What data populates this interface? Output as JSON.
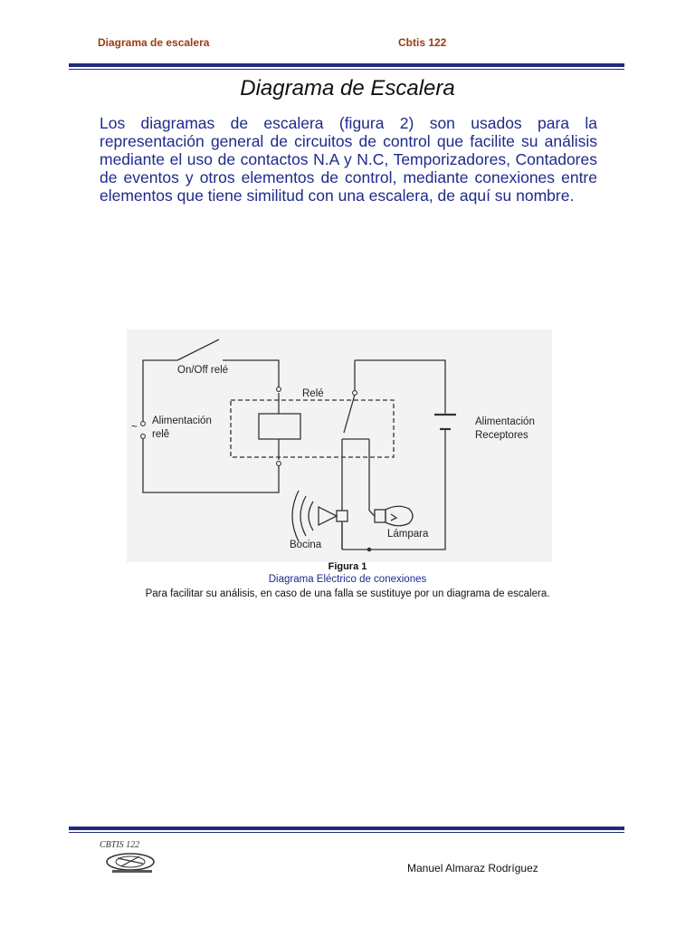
{
  "header": {
    "left": "Diagrama de escalera",
    "right": "Cbtis 122"
  },
  "title": "Diagrama de Escalera",
  "body_text": "Los diagramas de escalera (figura 2) son usados para la representación general de circuitos de control que facilite su análisis mediante el uso de contactos N.A y N.C, Temporizadores, Contadores de eventos y otros elementos de control, mediante conexiones entre elementos que tiene similitud con una escalera, de aquí su nombre.",
  "figure": {
    "labels": {
      "on_off": "On/Off relé",
      "rele": "Relé",
      "alim_rele_1": "Alimentación",
      "alim_rele_2": "relê",
      "alim_recept_1": "Alimentación",
      "alim_recept_2": "Receptores",
      "bocina": "Bocina",
      "lampara": "Lámpara",
      "tilde": "~"
    },
    "caption_title": "Figura 1",
    "caption_subtitle": "Diagrama Eléctrico de conexiones",
    "caption_note": "Para facilitar su análisis, en caso de una falla se sustituye por un diagrama de escalera."
  },
  "footer": {
    "author": "Manuel Almaraz  Rodríguez",
    "logo_text": "CBTIS 122"
  },
  "colors": {
    "header_text": "#9a3a12",
    "rule": "#232a7a",
    "body_text": "#1f2a8c"
  }
}
